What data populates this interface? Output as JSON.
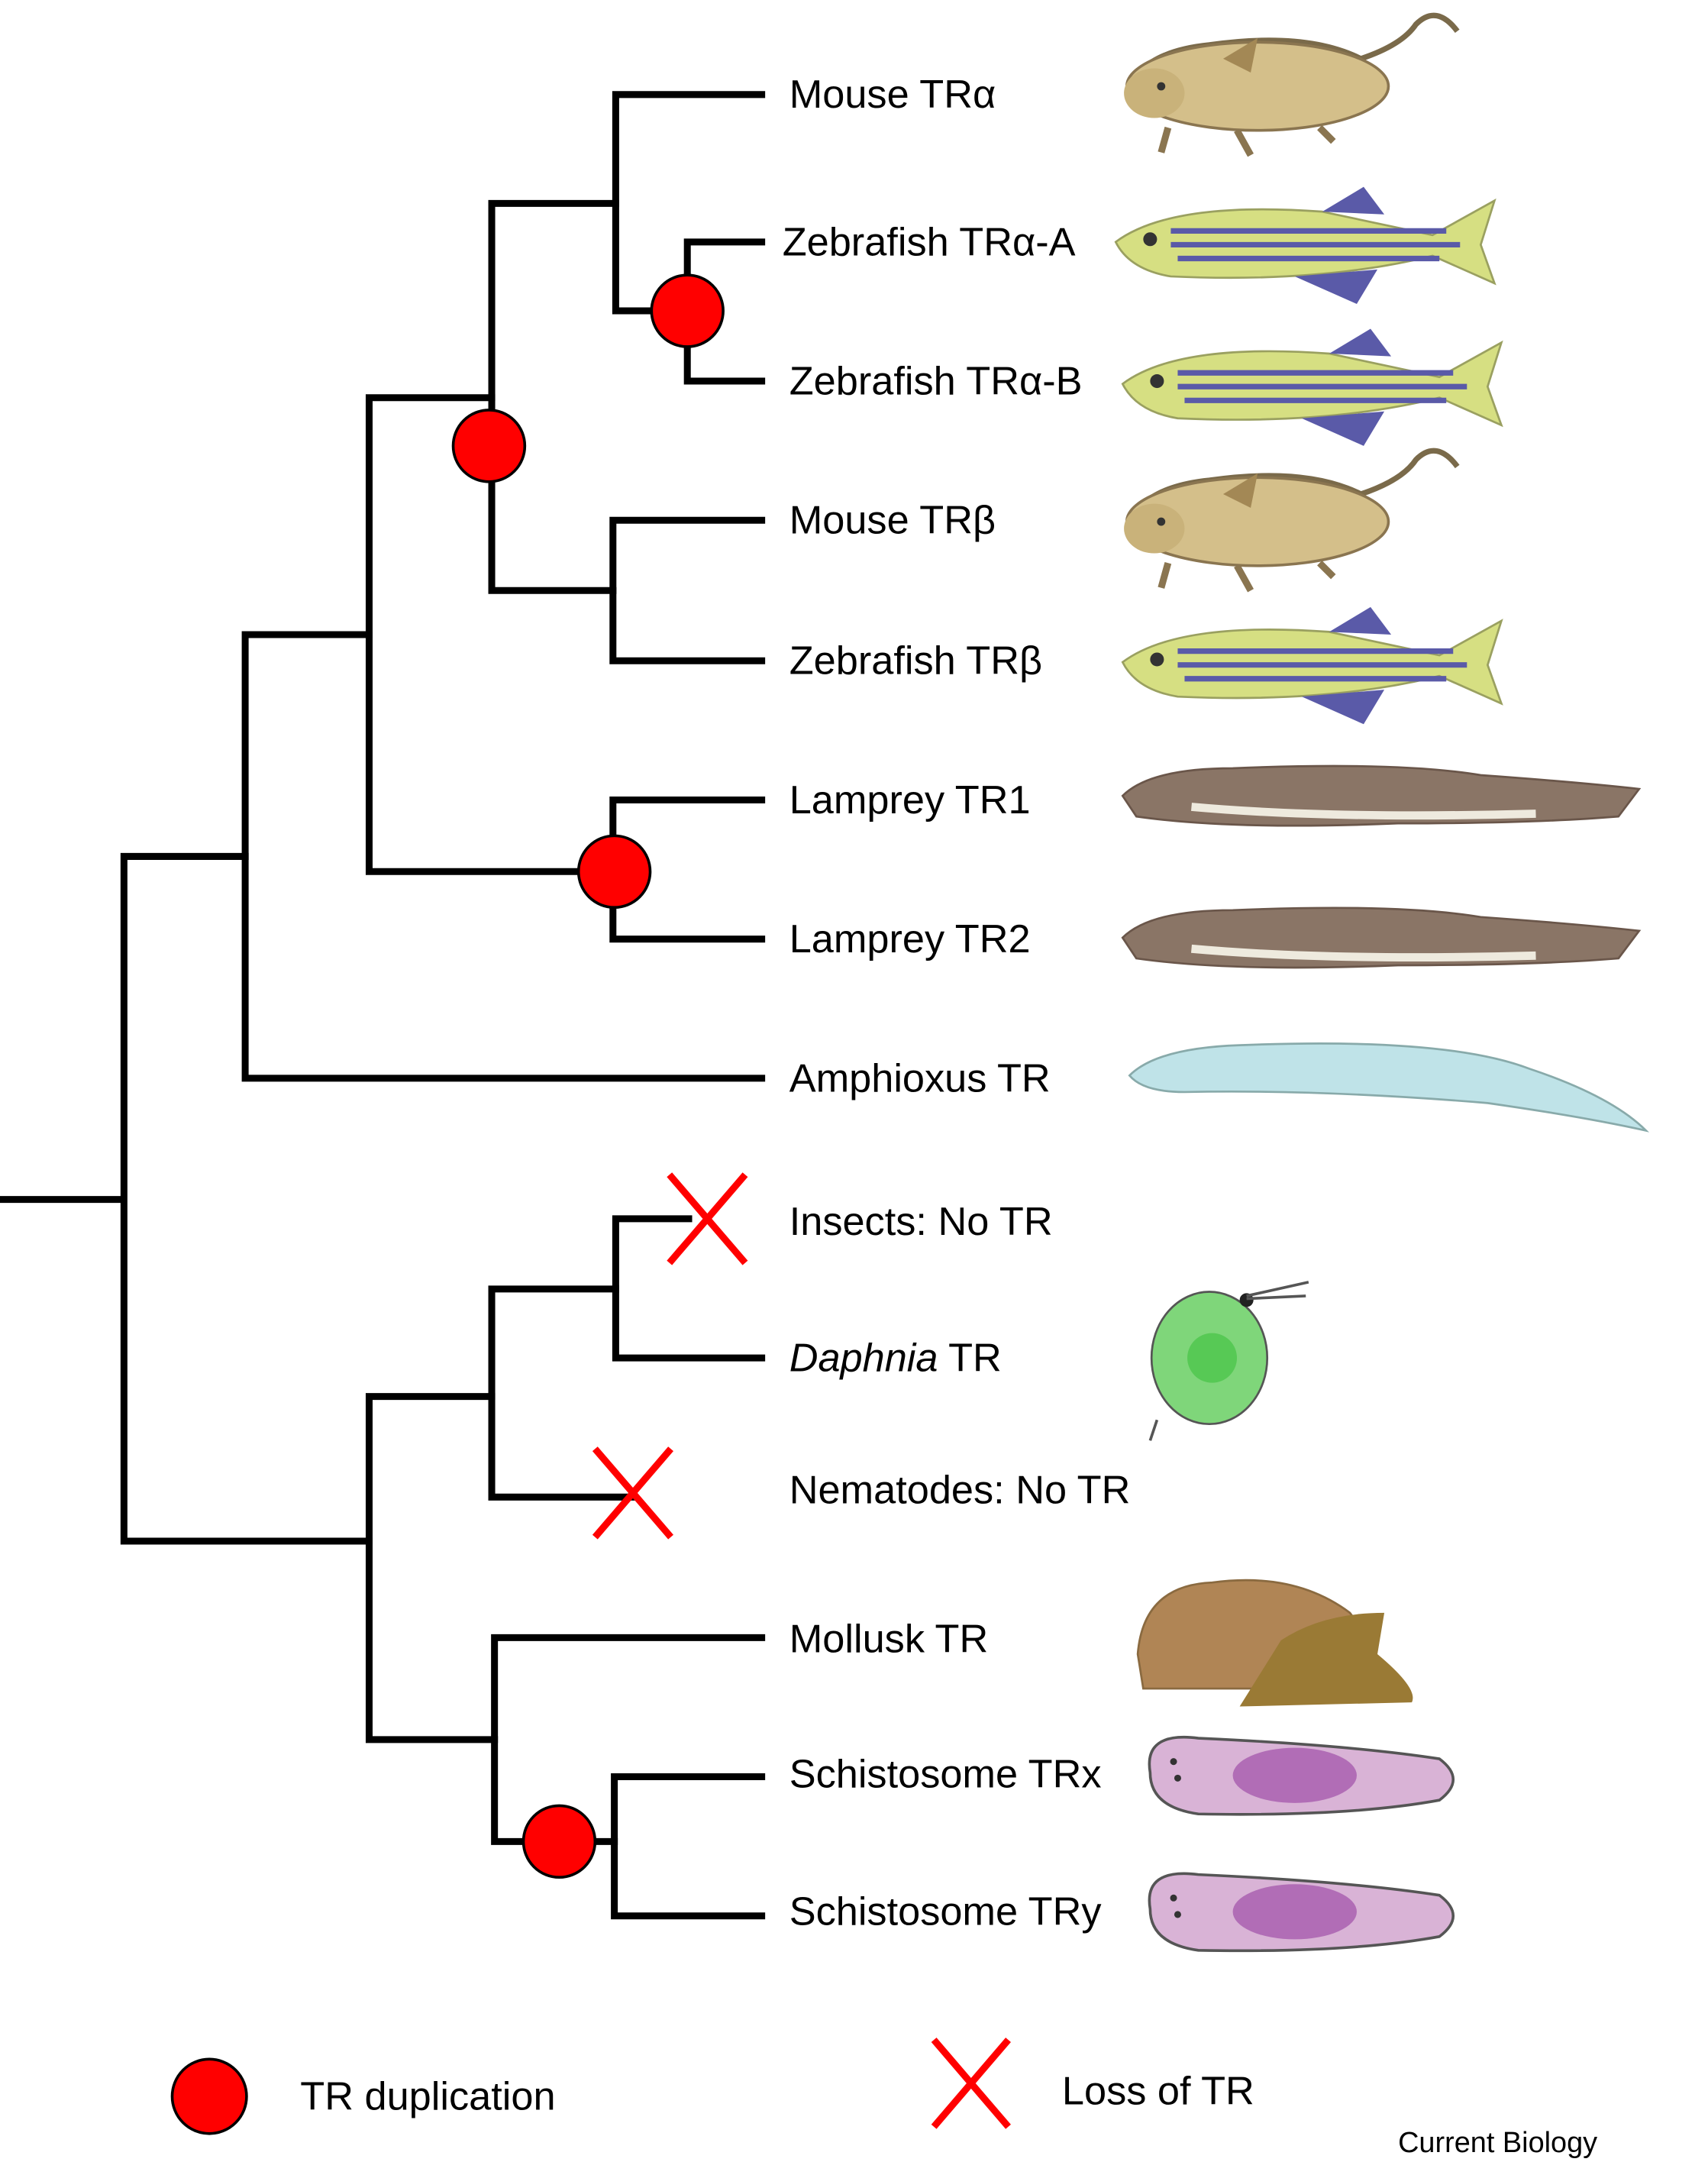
{
  "taxa": [
    {
      "label": "Mouse TRα",
      "animal": "mouse"
    },
    {
      "label": "Zebrafish TRα-A",
      "animal": "zebrafish"
    },
    {
      "label": "Zebrafish TRα-B",
      "animal": "zebrafish"
    },
    {
      "label": "Mouse TRβ",
      "animal": "mouse"
    },
    {
      "label": "Zebrafish TRβ",
      "animal": "zebrafish"
    },
    {
      "label": "Lamprey TR1",
      "animal": "lamprey"
    },
    {
      "label": "Lamprey TR2",
      "animal": "lamprey"
    },
    {
      "label": "Amphioxus TR",
      "animal": "amphioxus"
    },
    {
      "label": "Insects: No TR",
      "animal": ""
    },
    {
      "label_italic": "Daphnia",
      "label": " TR",
      "animal": "daphnia"
    },
    {
      "label": "Nematodes: No TR",
      "animal": ""
    },
    {
      "label": "Mollusk TR",
      "animal": "mollusk"
    },
    {
      "label": "Schistosome TRx",
      "animal": "schistosome"
    },
    {
      "label": "Schistosome TRy",
      "animal": "schistosome"
    }
  ],
  "legend": {
    "duplication": "TR duplication",
    "loss": "Loss of TR"
  },
  "credit": "Current Biology",
  "colors": {
    "duplication": "#ff0000",
    "loss": "#ff0000",
    "branch": "#000000"
  }
}
